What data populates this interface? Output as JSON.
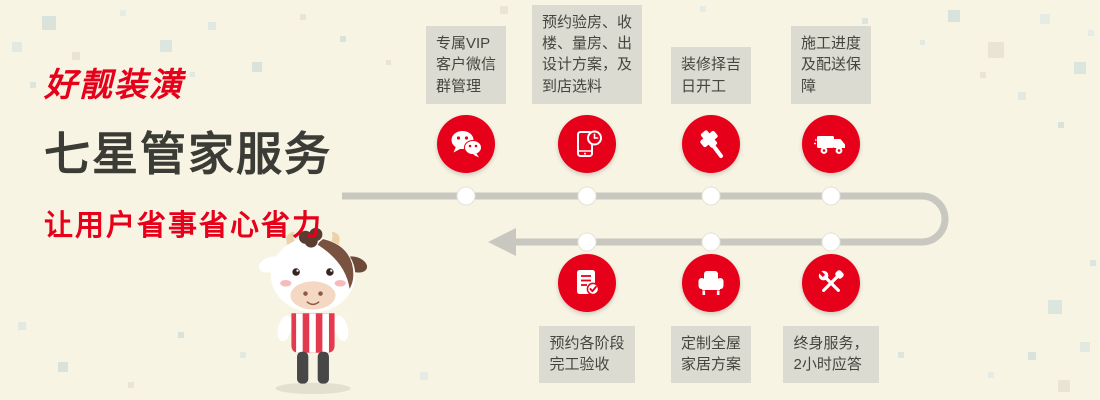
{
  "header": {
    "brand": "好靓装潢",
    "title": "七星管家服务",
    "subtitle": "让用户省事省心省力"
  },
  "colors": {
    "accent": "#e60019",
    "background": "#f7f4e4",
    "label_background": "#dbdbd2",
    "title_text": "#3c3c36",
    "timeline": "#c9c8c0"
  },
  "process": {
    "top_steps": [
      {
        "icon": "wechat-icon",
        "label": "专属VIP\n客户微信\n群管理"
      },
      {
        "icon": "phone-clock-icon",
        "label": "预约验房、收\n楼、量房、出\n设计方案，及\n到店选料"
      },
      {
        "icon": "gavel-icon",
        "label": "装修择吉\n日开工"
      },
      {
        "icon": "truck-icon",
        "label": "施工进度\n及配送保\n障"
      }
    ],
    "bottom_steps": [
      {
        "icon": "checklist-icon",
        "label": "预约各阶段\n完工验收"
      },
      {
        "icon": "sofa-icon",
        "label": "定制全屋\n家居方案"
      },
      {
        "icon": "tools-icon",
        "label": "终身服务，\n2小时应答"
      }
    ]
  }
}
